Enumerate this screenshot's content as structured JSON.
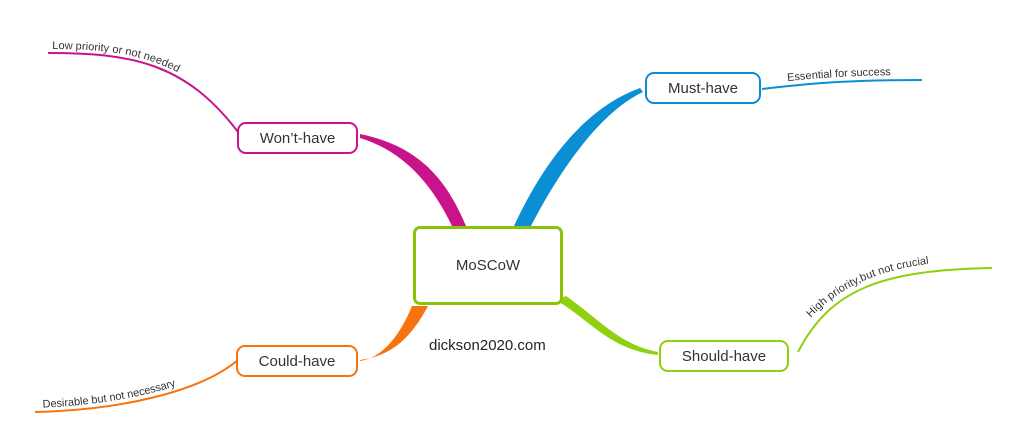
{
  "central": {
    "label": "MoSCoW",
    "color": "#8ac30a"
  },
  "footer_text": "dickson2020.com",
  "topics": [
    {
      "id": "must",
      "label": "Must-have",
      "note": "Essential for success",
      "color": "#0a8fd4"
    },
    {
      "id": "should",
      "label": "Should-have",
      "note": "High priority,but not crucial",
      "color": "#8ed10e"
    },
    {
      "id": "could",
      "label": "Could-have",
      "note": "Desirable but not necessary",
      "color": "#f7730e"
    },
    {
      "id": "wont",
      "label": "Won’t-have",
      "note": "Low priority or not needed",
      "color": "#c8138a"
    }
  ]
}
